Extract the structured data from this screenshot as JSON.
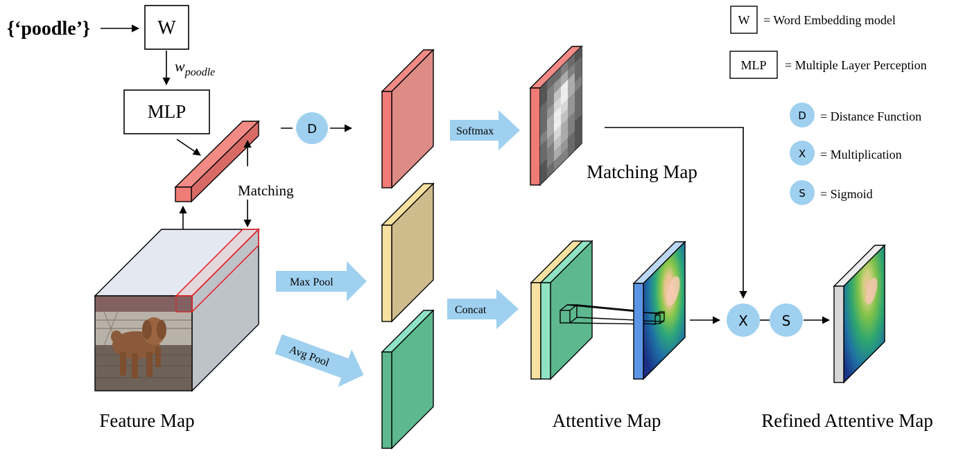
{
  "input": {
    "word": "{‘poodle’}"
  },
  "nodes": {
    "w_box": "W",
    "mlp_box": "MLP",
    "w_subscript_base": "w",
    "w_subscript": "poodle",
    "d_circle": "D",
    "x_circle": "X",
    "s_circle": "S"
  },
  "arrow_labels": {
    "softmax": "Softmax",
    "max_pool": "Max Pool",
    "avg_pool": "Avg Pool",
    "concat": "Concat",
    "matching": "Matching"
  },
  "captions": {
    "feature_map": "Feature Map",
    "matching_map": "Matching Map",
    "attentive_map": "Attentive Map",
    "refined_attentive_map": "Refined Attentive Map"
  },
  "legend": [
    {
      "symbol": "W",
      "text": "= Word Embedding model"
    },
    {
      "symbol": "MLP",
      "text": "= Multiple Layer Perception"
    },
    {
      "symbol": "D",
      "text": "= Distance Function"
    },
    {
      "symbol": "X",
      "text": "= Multiplication"
    },
    {
      "symbol": "S",
      "text": "= Sigmoid"
    }
  ],
  "colors": {
    "arrow_blue": "#9fd0ef",
    "circle_blue": "#9fd0ef",
    "red_block": "#de8b86",
    "red_edge": "#f07c77",
    "yellow_block": "#f7e1a0",
    "tan_block": "#cfbc8c",
    "green_block": "#5db88f",
    "green_edge": "#8fe3c4",
    "feature_top": "#e3e7ef",
    "feature_side": "#bcc0c7"
  }
}
